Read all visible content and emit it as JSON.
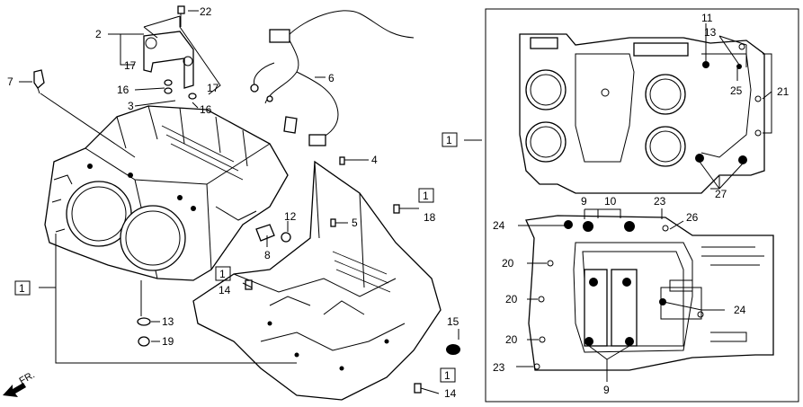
{
  "diagram": {
    "fr_label": "FR.",
    "box_label": "1",
    "callouts": {
      "c1_left": "1",
      "c1_top_mid": "1",
      "c1_small": "1",
      "c1_bottom": "1",
      "c1_right_box": "1",
      "c2": "2",
      "c3": "3",
      "c4": "4",
      "c5": "5",
      "c6": "6",
      "c7": "7",
      "c8": "8",
      "c9_top": "9",
      "c9_bottom": "9",
      "c10": "10",
      "c11": "11",
      "c12": "12",
      "c13_mid": "13",
      "c13_top": "13",
      "c14_mid": "14",
      "c14_bottom": "14",
      "c15": "15",
      "c16_left": "16",
      "c16_right": "16",
      "c17_left": "17",
      "c17_right": "17",
      "c18": "18",
      "c19": "19",
      "c20_a": "20",
      "c20_b": "20",
      "c20_c": "20",
      "c21": "21",
      "c22": "22",
      "c23_top": "23",
      "c23_bottom": "23",
      "c24_left": "24",
      "c24_right": "24",
      "c25": "25",
      "c26": "26",
      "c27": "27"
    }
  }
}
